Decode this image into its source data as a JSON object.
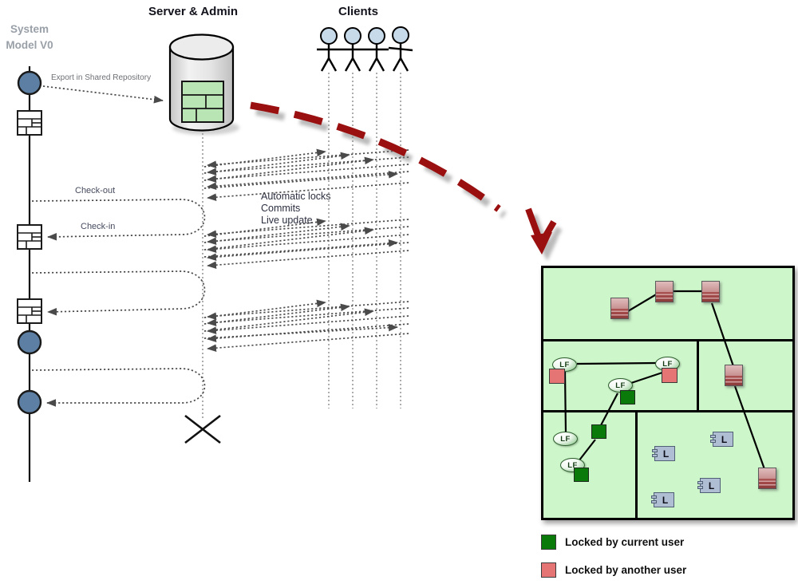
{
  "titles": {
    "system_model": "System Model V0",
    "server_admin": "Server & Admin",
    "clients": "Clients"
  },
  "sequence": {
    "export_label": "Export in Shared Repository",
    "checkout": "Check-out",
    "checkin": "Check-in",
    "events": [
      "Automatic locks",
      "Commits",
      "Live update"
    ]
  },
  "panel": {
    "lock_full_label": "LF",
    "lock_label": "L"
  },
  "legend": [
    {
      "label": "Locked by current user",
      "color": "#0a7a0a"
    },
    {
      "label": "Locked by another user",
      "color": "#e57575"
    }
  ],
  "colors": {
    "transition_arrow_red": "#9a0f0f",
    "panel_background": "#cdf6ca",
    "timeline_node_blue": "#5d7fa3",
    "repository_model_green": "#b9e5b4",
    "lock_component_gray": "#b0bed4"
  }
}
